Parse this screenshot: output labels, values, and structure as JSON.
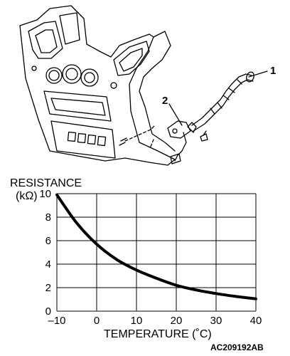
{
  "diagram": {
    "callouts": [
      "1",
      "2"
    ],
    "figure_code": "AC209192AB"
  },
  "chart_data": {
    "type": "line",
    "title": "",
    "ylabel_line1": "RESISTANCE",
    "ylabel_line2": "(kΩ)",
    "xlabel": "TEMPERATURE (˚C)",
    "xlim": [
      -10,
      40
    ],
    "ylim": [
      0,
      10
    ],
    "x_ticks": [
      "–10",
      "0",
      "10",
      "20",
      "30",
      "40"
    ],
    "y_ticks": [
      "0",
      "2",
      "4",
      "6",
      "8",
      "10"
    ],
    "grid": true,
    "series": [
      {
        "x": [
          -10,
          -5,
          0,
          5,
          10,
          15,
          20,
          25,
          30,
          35,
          40
        ],
        "y": [
          9.9,
          7.5,
          5.7,
          4.4,
          3.5,
          2.8,
          2.2,
          1.8,
          1.5,
          1.25,
          1.05
        ]
      }
    ]
  }
}
